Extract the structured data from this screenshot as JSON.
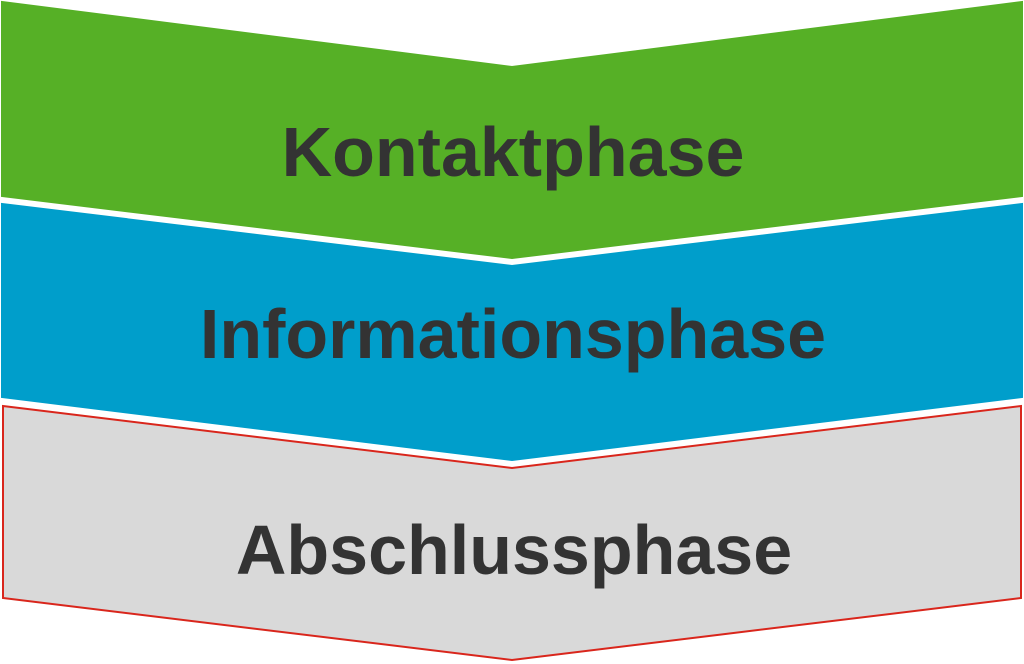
{
  "phases": [
    {
      "label": "Kontaktphase",
      "fill": "#56b026",
      "stroke": "#56b026"
    },
    {
      "label": "Informationsphase",
      "fill": "#009ecb",
      "stroke": "#009ecb"
    },
    {
      "label": "Abschlussphase",
      "fill": "#d9d9d9",
      "stroke": "#d9261c"
    }
  ]
}
